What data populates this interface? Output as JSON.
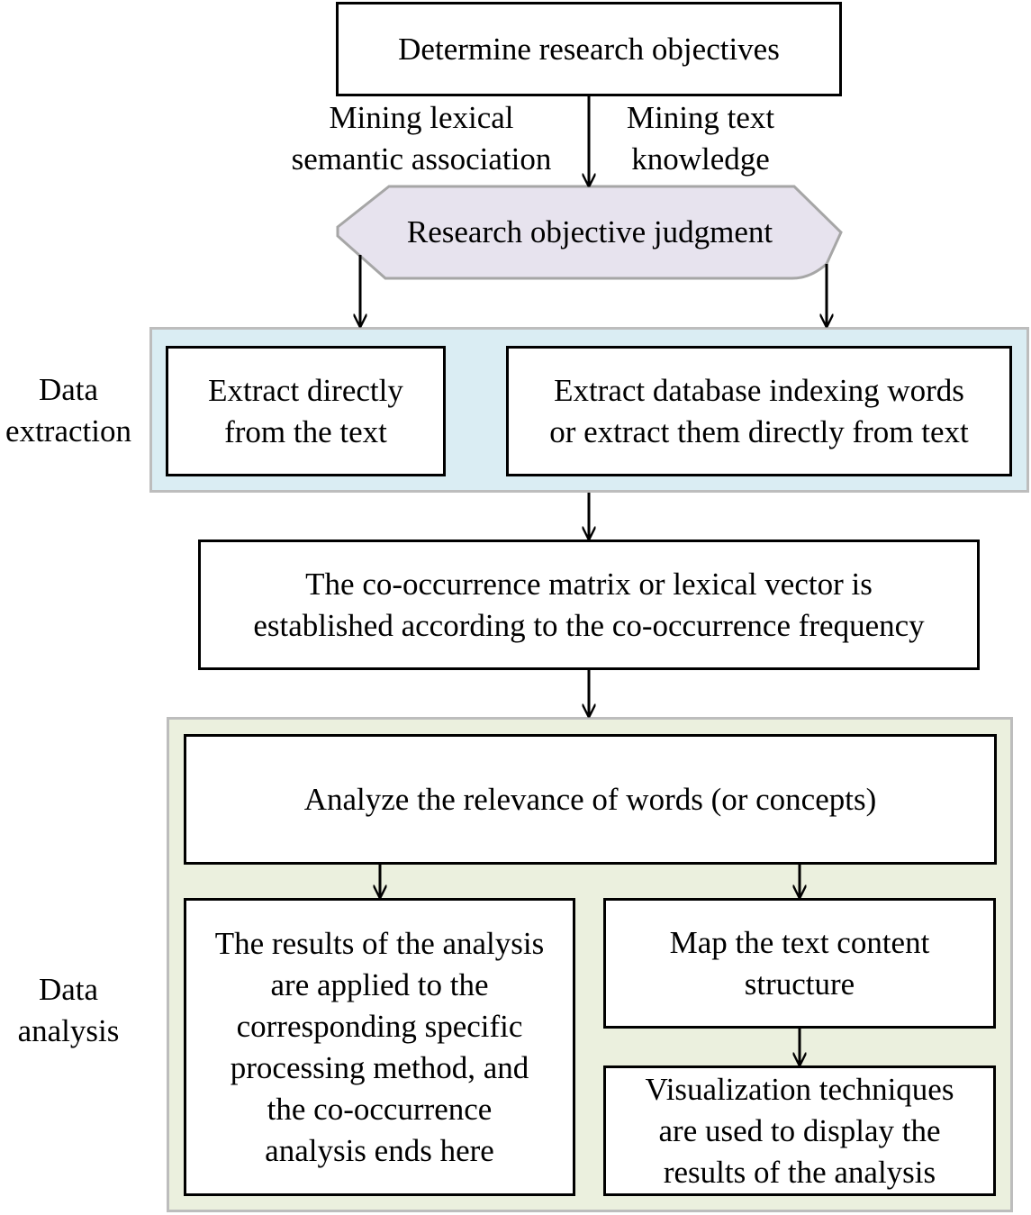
{
  "nodes": {
    "determine": "Determine research objectives",
    "judgment": "Research objective judgment",
    "extract_direct": [
      "Extract directly",
      "from the text"
    ],
    "extract_db": [
      "Extract database indexing words",
      "or extract them directly from text"
    ],
    "matrix": [
      "The co-occurrence matrix or lexical vector is",
      "established according to the co-occurrence frequency"
    ],
    "relevance": "Analyze the relevance of words (or concepts)",
    "results": [
      "The results of the analysis",
      "are applied to the",
      "corresponding specific",
      "processing method, and",
      "the co-occurrence",
      "analysis ends here"
    ],
    "map": [
      "Map the text content",
      "structure"
    ],
    "visualization": [
      "Visualization techniques",
      "are used to display the",
      "results of the analysis"
    ]
  },
  "edge_labels": {
    "left": [
      "Mining lexical",
      "semantic association"
    ],
    "right": [
      "Mining text",
      "knowledge"
    ]
  },
  "regions": {
    "extraction": [
      "Data",
      "extraction"
    ],
    "analysis": [
      "Data",
      "analysis"
    ]
  },
  "colors": {
    "extraction_fill": "#daedf3",
    "analysis_fill": "#ebf0de",
    "judgment_fill": "#e7e3ee",
    "region_border": "#bdbdbd"
  }
}
